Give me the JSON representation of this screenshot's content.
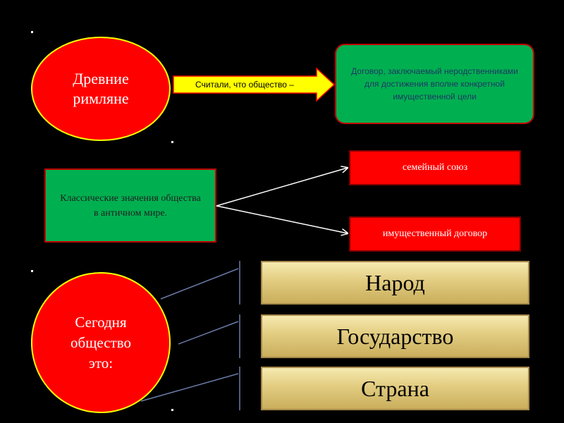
{
  "slide": {
    "background": "#000000",
    "romans_circle": {
      "label": "Древние\nримляне",
      "fill": "#ff0000",
      "border": "#ffff00"
    },
    "arrow": {
      "label": "Считали, что общество –",
      "fill": "#ffff00",
      "border": "#ff0000"
    },
    "contract_box": {
      "text": "Договор, заключаемый неродственниками для достижения вполне конкретной имущественной цели",
      "fill": "#00b050",
      "border": "#c00000"
    },
    "classic_box": {
      "text": "Классические значения общества в античном мире.",
      "fill": "#00b050",
      "border": "#c00000"
    },
    "meanings": [
      {
        "label": "семейный союз"
      },
      {
        "label": "имущественный договор"
      }
    ],
    "today_circle": {
      "label": "Сегодня\nобщество\nэто:",
      "fill": "#ff0000",
      "border": "#ffff00"
    },
    "today_items": [
      {
        "label": "Народ"
      },
      {
        "label": "Государство"
      },
      {
        "label": "Страна"
      }
    ]
  }
}
